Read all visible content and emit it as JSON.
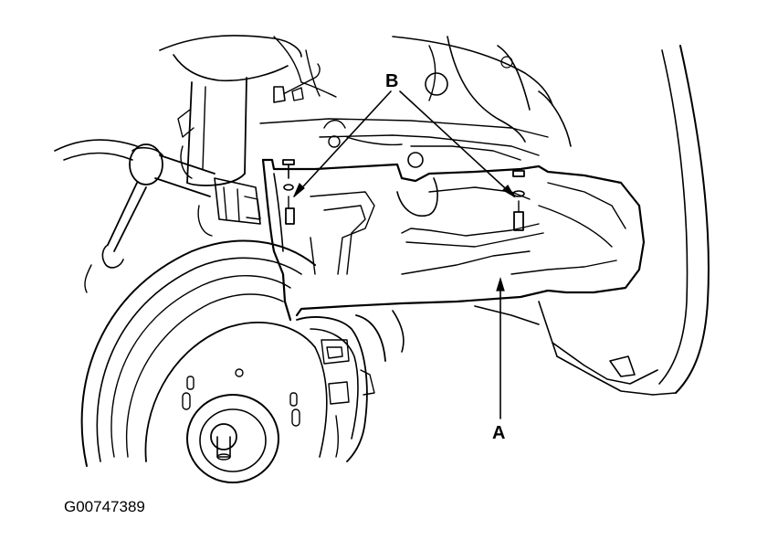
{
  "figure": {
    "callout_a": "A",
    "callout_b": "B",
    "code": "G00747389"
  }
}
